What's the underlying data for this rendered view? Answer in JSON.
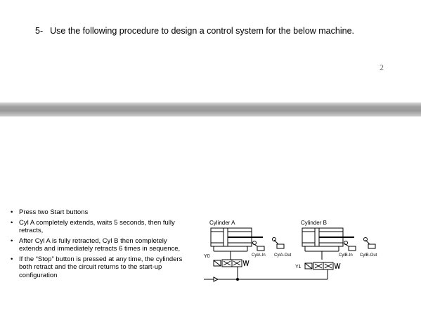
{
  "question": {
    "number": "5-",
    "text": "Use the following procedure to design a control system for the below machine."
  },
  "page_number": "2",
  "procedure": [
    "Press two Start buttons",
    "Cyl A completely extends, waits 5 seconds, then fully retracts,",
    "After Cyl A is fully retracted, Cyl B then completely extends and immediately retracts 6 times in sequence,",
    "If the “Stop” button is pressed at any time, the cylinders both retract and the circuit returns to the start-up configuration"
  ],
  "diagram": {
    "cylinder_a": "Cylinder A",
    "cylinder_b": "Cylinder B",
    "y0": "Y0",
    "y1": "Y1",
    "cyla_in": "CylA-In",
    "cyla_out": "CylA-Out",
    "cylb_in": "CylB-In",
    "cylb_out": "CylB-Out"
  }
}
